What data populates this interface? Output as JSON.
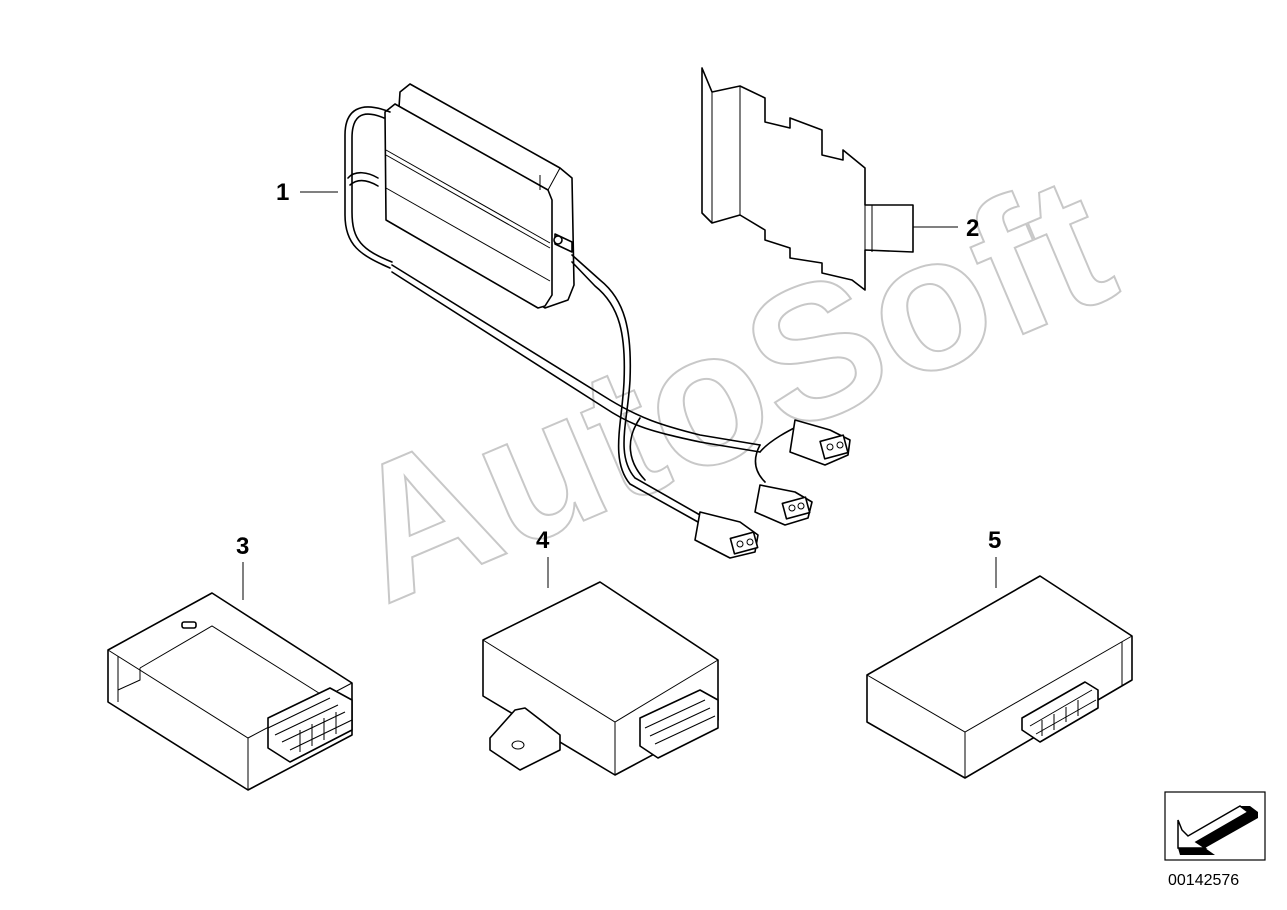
{
  "diagram": {
    "parts": [
      {
        "number": "1",
        "name": "module-with-wiring-harness"
      },
      {
        "number": "2",
        "name": "mounting-bracket"
      },
      {
        "number": "3",
        "name": "control-unit-a"
      },
      {
        "number": "4",
        "name": "control-unit-b"
      },
      {
        "number": "5",
        "name": "control-unit-c"
      }
    ],
    "watermark": "AutoSoft",
    "document_id": "00142576",
    "nav_icon": "arrow-icon"
  },
  "colors": {
    "line": "#000000",
    "watermark": "#c8c8c8",
    "background": "#ffffff"
  }
}
